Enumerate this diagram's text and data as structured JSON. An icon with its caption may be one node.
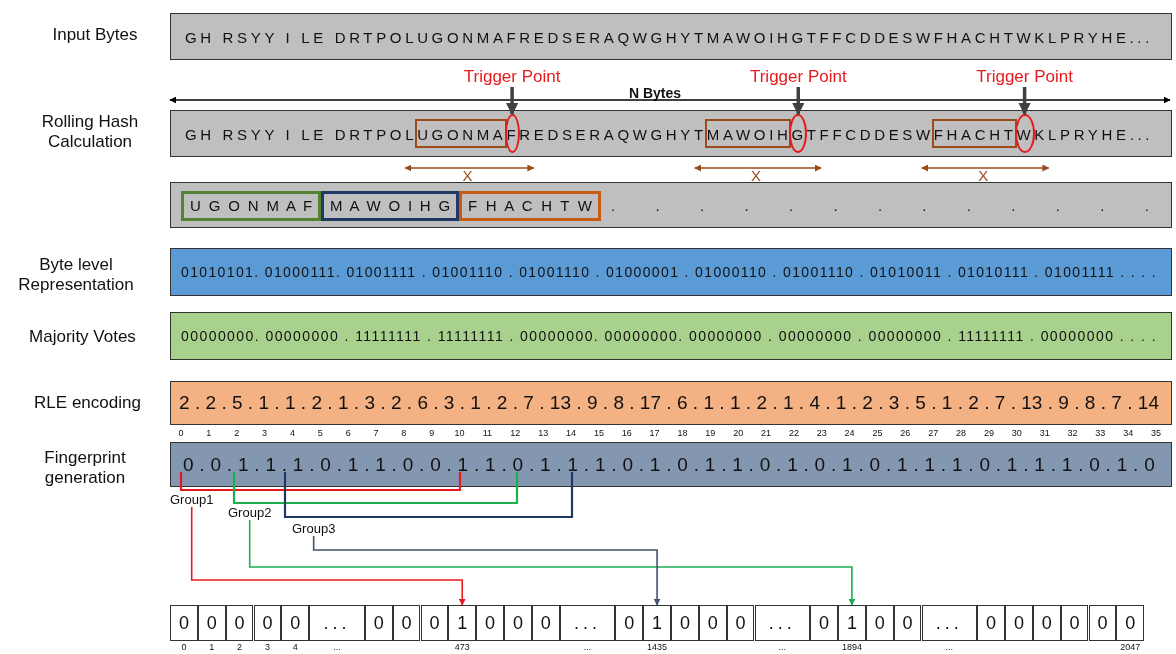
{
  "diagram": {
    "nodes": [
      {
        "text": [
          "GH RSYY I LE DRTPOLUGONMAFREDSERAQWGHYTMAWOIHGTFFCDDESWFHACHTWKLPRYHE..."
        ]
      },
      {
        "text": [
          "Trigger Point"
        ]
      },
      {
        "text": [
          "Trigger Point"
        ]
      },
      {
        "text": [
          "Trigger Point"
        ]
      },
      {
        "text": [
          "GH RSYY I LE DRTPOLUGONMAFREDSERAQWGHYTMAWOIHGTFFCDDESWFHACHTWKLPRYHE..."
        ]
      },
      {
        "text": [],
        "shape": "box",
        "in": 4
      },
      {
        "text": [],
        "shape": "circle",
        "in": 4
      },
      {
        "text": [],
        "shape": "box",
        "in": 4
      },
      {
        "text": [],
        "shape": "circle",
        "in": 4
      },
      {
        "text": [],
        "shape": "box",
        "in": 4
      },
      {
        "text": [],
        "shape": "circle",
        "in": 4
      },
      {
        "text": [
          ". . . . . . . . . . . . ."
        ]
      },
      {
        "text": [
          "U G O N M A F"
        ],
        "in": 11
      },
      {
        "text": [
          "M A W O I H G"
        ],
        "in": 11
      },
      {
        "text": [
          "F H A C H T W"
        ],
        "in": 11
      },
      {
        "text": [
          "01010101. 01000111. 01001111 . 01001110 . 01001110 . 01000001 . 01000110 . 01001110 . 01010011 . 01010111 . 01001111 . . . ."
        ]
      },
      {
        "text": [
          "00000000. 00000000 . 11111111 . 11111111 . 00000000. 00000000. 00000000 . 00000000 . 00000000 . 11111111 . 00000000 . . . ."
        ]
      },
      {
        "text": [
          "2 . 2 . 5 . 1 . 1 . 2 . 1 . 3 . 2 . 6 . 3 . 1 . 2 . 7 . 13 . 9 . 8 . 17 . 6 . 1 . 1 . 2 . 1 . 4 . 1 . 2 . 3 . 5 . 1 . 2 . 7 . 13 . 9 . 8 . 7 . 14"
        ]
      },
      {
        "text": [
          "0 . 0 . 1 . 1 . 1 . 0 . 1 . 1 . 0 . 0 . 1 . 1 . 0 . 1 . 1 . 1 . 0 . 1 . 0 . 1 . 1 . 0 . 1 . 0 . 1 . 0 . 1 . 1 . 1 . 0 . 1 . 1 . 1 . 0 . 1 . 0"
        ]
      },
      {
        "text": [
          "Group1"
        ]
      },
      {
        "text": [
          "Group2"
        ]
      },
      {
        "text": [
          "Group3"
        ]
      },
      {
        "text": [
          "0"
        ]
      },
      {
        "text": [
          "0"
        ]
      },
      {
        "text": [
          "0"
        ]
      },
      {
        "text": [
          "0"
        ]
      },
      {
        "text": [
          "0"
        ]
      },
      {
        "text": [
          "..."
        ]
      },
      {
        "text": [
          "0"
        ]
      },
      {
        "text": [
          "0"
        ]
      },
      {
        "text": [
          "0"
        ]
      },
      {
        "text": [
          "1"
        ]
      },
      {
        "text": [
          "0"
        ]
      },
      {
        "text": [
          "0"
        ]
      },
      {
        "text": [
          "0"
        ]
      },
      {
        "text": [
          "..."
        ]
      },
      {
        "text": [
          "0"
        ]
      },
      {
        "text": [
          "1"
        ]
      },
      {
        "text": [
          "0"
        ]
      },
      {
        "text": [
          "0"
        ]
      },
      {
        "text": [
          "0"
        ]
      },
      {
        "text": [
          "..."
        ]
      },
      {
        "text": [
          "0"
        ]
      },
      {
        "text": [
          "1"
        ]
      },
      {
        "text": [
          "0"
        ]
      },
      {
        "text": [
          "0"
        ]
      },
      {
        "text": [
          "..."
        ]
      },
      {
        "text": [
          "0"
        ]
      },
      {
        "text": [
          "0"
        ]
      },
      {
        "text": [
          "0"
        ]
      },
      {
        "text": [
          "0"
        ]
      },
      {
        "text": [
          "0"
        ]
      },
      {
        "text": [
          "0"
        ]
      }
    ],
    "edges": [
      {
        "from": 1,
        "to": 6,
        "arrow": "to",
        "style": "thick"
      },
      {
        "from": 2,
        "to": 8,
        "arrow": "to",
        "style": "thick"
      },
      {
        "from": 3,
        "to": 10,
        "arrow": "to",
        "style": "thick"
      },
      {
        "from": 19,
        "to": 31,
        "arrow": "to",
        "color": "#e8191d"
      },
      {
        "from": 20,
        "to": 43,
        "arrow": "to",
        "color": "#1ab04c"
      },
      {
        "from": 21,
        "to": 37,
        "arrow": "to",
        "color": "#44546a"
      }
    ],
    "labels": [
      "Input Bytes",
      "N Bytes",
      "Rolling Hash Calculation",
      "X",
      "X",
      "X",
      "Byte level Representation",
      "Majority Votes",
      "RLE encoding",
      "0",
      "1",
      "2",
      "3",
      "4",
      "5",
      "6",
      "7",
      "8",
      "9",
      "10",
      "11",
      "12",
      "13",
      "14",
      "15",
      "16",
      "17",
      "18",
      "19",
      "20",
      "21",
      "22",
      "23",
      "24",
      "25",
      "26",
      "27",
      "28",
      "29",
      "30",
      "31",
      "32",
      "33",
      "34",
      "35",
      "Fingerprint generation",
      "0",
      "1",
      "2",
      "3",
      "4",
      "...",
      "473",
      "...",
      "1435",
      "...",
      "1894",
      "...",
      "2047"
    ]
  }
}
